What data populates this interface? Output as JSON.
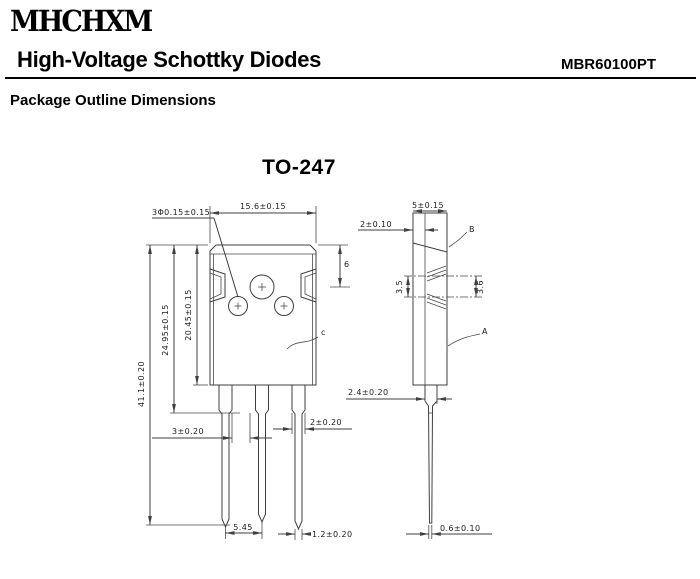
{
  "header": {
    "logo": "MHCHXM",
    "title": "High-Voltage Schottky Diodes",
    "part_number": "MBR60100PT",
    "section_title": "Package Outline Dimensions"
  },
  "drawing": {
    "package_name": "TO-247",
    "front_view": {
      "body_width": "15.6±0.15",
      "hole_note": "3Φ0.15±0.15",
      "body_height": "20.45±0.15",
      "height_to_lead_taper": "24.95±0.15",
      "overall_height": "41.1±0.20",
      "hole_center_from_top": "6",
      "mold_label": "c",
      "lead_gap": "3±0.20",
      "lead_width": "2±0.20",
      "lead_pitch": "5.45",
      "lead_tip_width": "1.2±0.20"
    },
    "side_view": {
      "body_thickness": "5±0.15",
      "tab_thickness": "2±0.10",
      "label_b": "B",
      "notch_left": "3.5",
      "notch_right": "3.6",
      "lead_shoulder": "2.4±0.20",
      "label_a": "A",
      "lead_thickness": "0.6±0.10"
    }
  }
}
